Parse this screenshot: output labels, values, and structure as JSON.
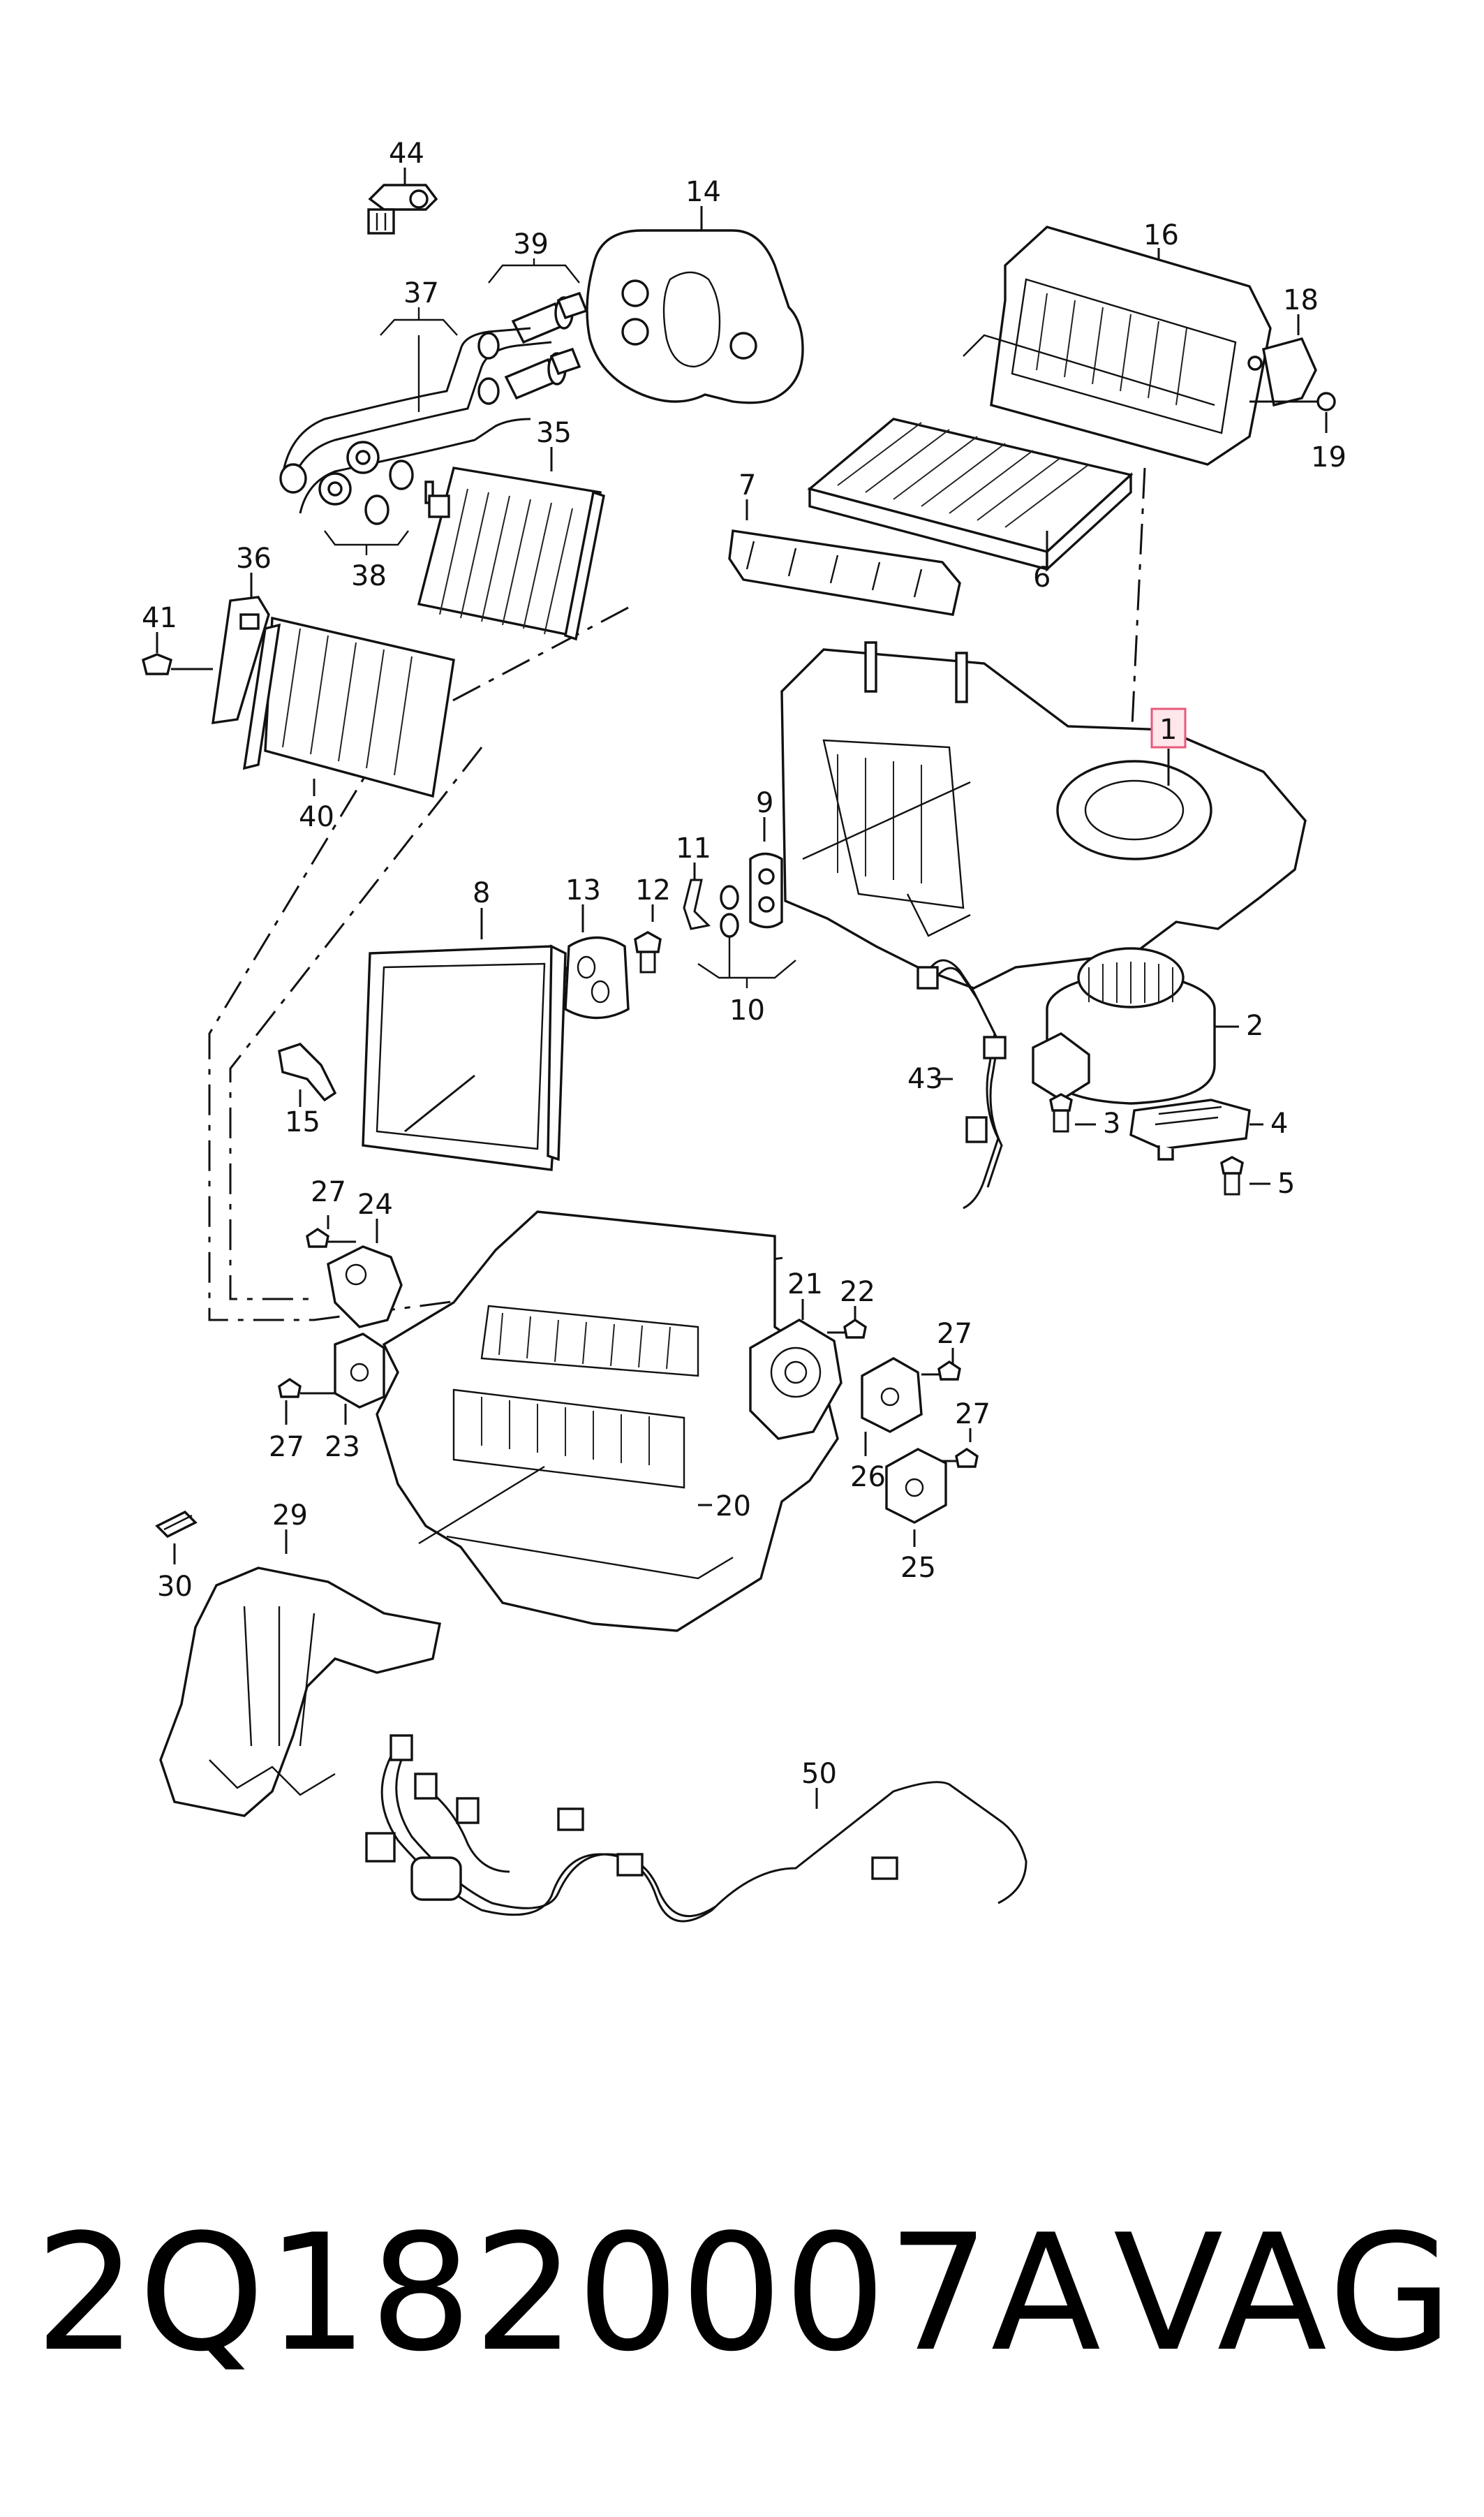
{
  "part_number": "2Q1820007A",
  "brand": "VAG",
  "highlighted_callout": "1",
  "callouts": {
    "c1": "1",
    "c2": "2",
    "c3": "3",
    "c4": "4",
    "c5": "5",
    "c6": "6",
    "c7": "7",
    "c8": "8",
    "c9": "9",
    "c10": "10",
    "c11": "11",
    "c12": "12",
    "c13": "13",
    "c14": "14",
    "c15": "15",
    "c16": "16",
    "c18": "18",
    "c19": "19",
    "c20": "20",
    "c21": "21",
    "c22": "22",
    "c23": "23",
    "c24": "24",
    "c25": "25",
    "c26": "26",
    "c27a": "27",
    "c27b": "27",
    "c27c": "27",
    "c27d": "27",
    "c29": "29",
    "c30": "30",
    "c35": "35",
    "c36": "36",
    "c37": "37",
    "c38": "38",
    "c39": "39",
    "c40": "40",
    "c41": "41",
    "c43": "43",
    "c44": "44",
    "c50": "50"
  },
  "colors": {
    "highlight_fill": "#ffe6ea",
    "highlight_stroke": "#e8597a",
    "ink": "#111111"
  }
}
